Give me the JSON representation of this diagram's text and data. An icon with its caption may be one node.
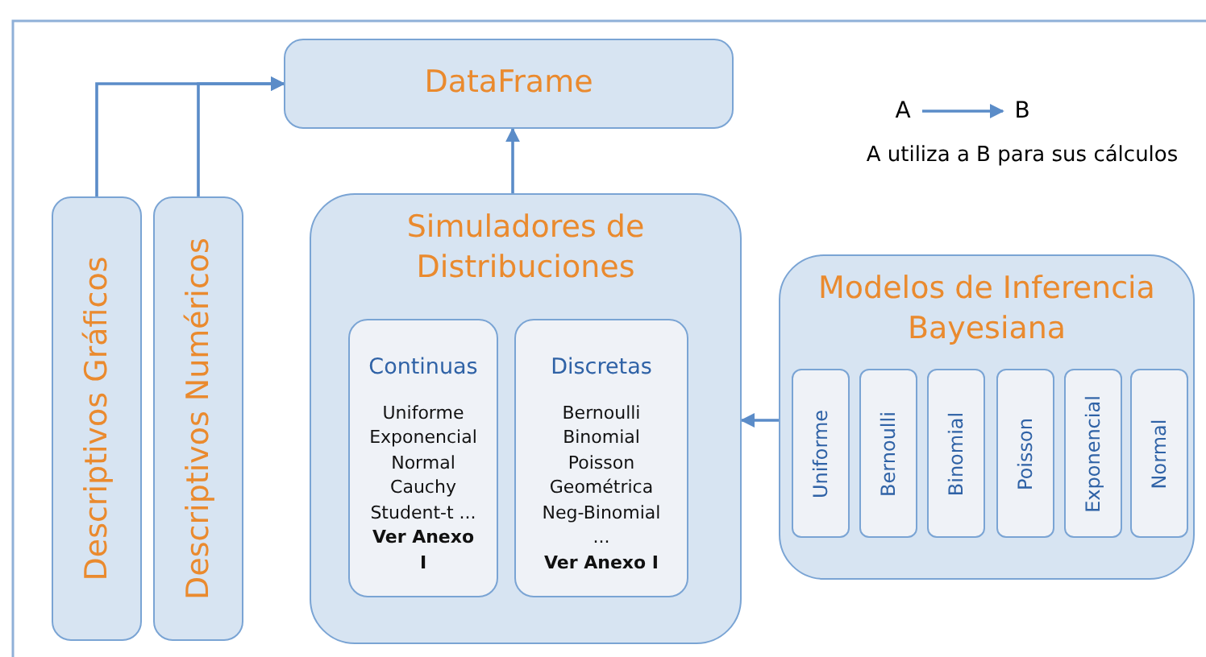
{
  "diagram": {
    "nodes": [
      {
        "text": [
          "DataFrame"
        ]
      },
      {
        "text": [
          "Descriptivos Gráficos"
        ]
      },
      {
        "text": [
          "Descriptivos Numéricos"
        ]
      },
      {
        "text": [
          "Simuladores de Distribuciones"
        ]
      },
      {
        "text": [
          "Continuas",
          "Uniforme Exponencial Normal Cauchy Student-t ...",
          "Ver Anexo I"
        ],
        "in": 3
      },
      {
        "text": [
          "Discretas",
          "Bernoulli Binomial Poisson Geométrica Neg-Binomial ...",
          "Ver Anexo I"
        ],
        "in": 3
      },
      {
        "text": [
          "Modelos de Inferencia Bayesiana"
        ]
      },
      {
        "text": [
          "Uniforme"
        ],
        "in": 6
      },
      {
        "text": [
          "Bernoulli"
        ],
        "in": 6
      },
      {
        "text": [
          "Binomial"
        ],
        "in": 6
      },
      {
        "text": [
          "Poisson"
        ],
        "in": 6
      },
      {
        "text": [
          "Exponencial"
        ],
        "in": 6
      },
      {
        "text": [
          "Normal"
        ],
        "in": 6
      },
      {
        "text": [
          "A"
        ]
      },
      {
        "text": [
          "B"
        ]
      }
    ],
    "edges": [
      {
        "from": 1,
        "to": 0,
        "arrow": "to"
      },
      {
        "from": 2,
        "to": 0,
        "arrow": "to"
      },
      {
        "from": 3,
        "to": 0,
        "arrow": "to"
      },
      {
        "from": 6,
        "to": 3,
        "arrow": "to"
      },
      {
        "from": 13,
        "to": 14,
        "arrow": "to"
      }
    ],
    "labels": [
      "A utiliza a B para sus cálculos"
    ]
  }
}
